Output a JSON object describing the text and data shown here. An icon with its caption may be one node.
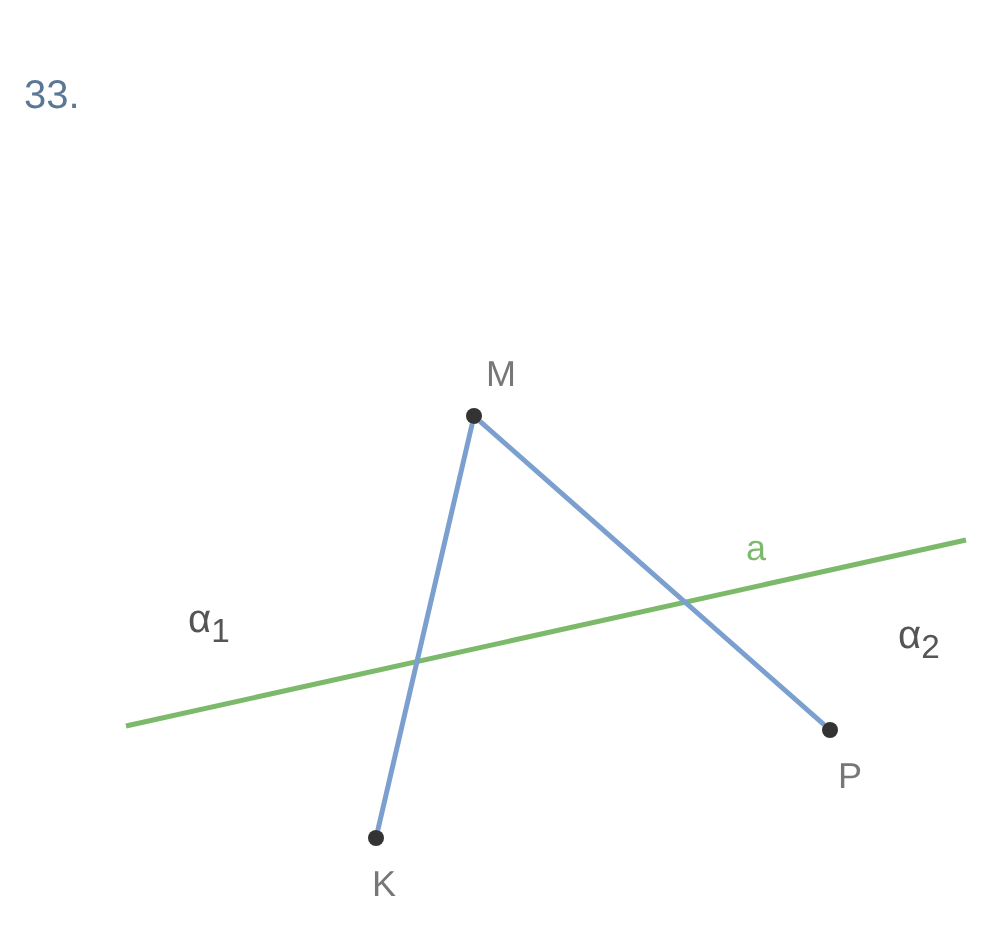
{
  "diagram": {
    "nodes": [
      {
        "text": [
          "M"
        ]
      },
      {
        "text": [
          "K"
        ]
      },
      {
        "text": [
          "P"
        ]
      }
    ],
    "edges": [
      {
        "from": 0,
        "to": 1,
        "arrow": "none"
      },
      {
        "from": 0,
        "to": 2,
        "arrow": "none"
      }
    ],
    "labels": [
      "33.",
      "a",
      "α$_{1}$",
      "α$_{2}$"
    ]
  }
}
